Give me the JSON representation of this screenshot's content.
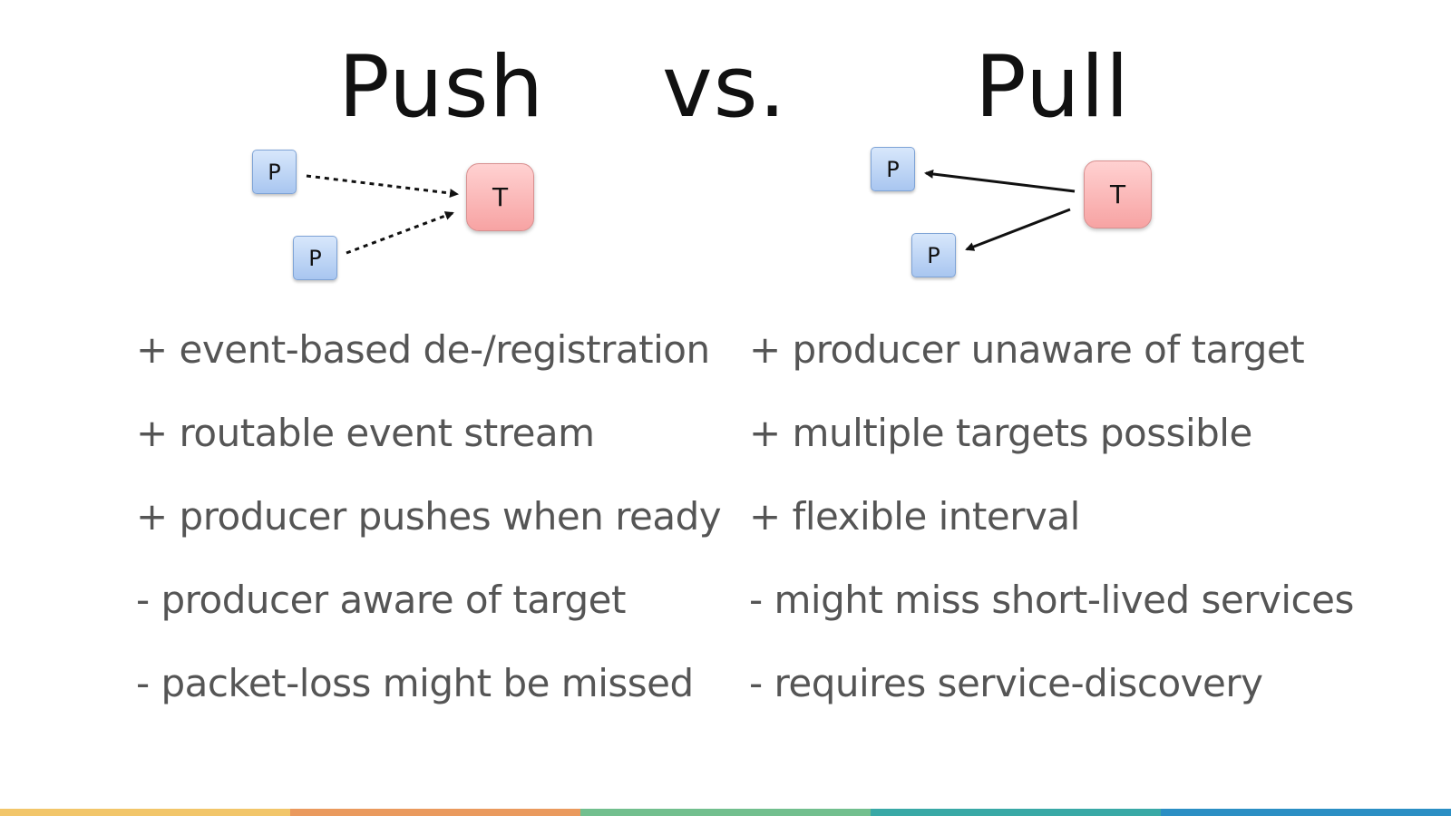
{
  "headings": {
    "push": "Push",
    "vs": "vs.",
    "pull": "Pull"
  },
  "diagrams": {
    "push": {
      "producer_label": "P",
      "target_label": "T"
    },
    "pull": {
      "producer_label": "P",
      "target_label": "T"
    }
  },
  "push_points": [
    "+ event-based de-/registration",
    "+ routable event stream",
    "+ producer pushes when ready",
    "- producer aware of target",
    "- packet-loss might be missed"
  ],
  "pull_points": [
    "+ producer unaware of target",
    "+ multiple targets possible",
    "+ flexible interval",
    "- might miss short-lived services",
    "- requires service-discovery"
  ],
  "colors": {
    "footer_bar": [
      "#f2c66a",
      "#ea9a5e",
      "#72bf8e",
      "#39a9a6",
      "#2b8fc4"
    ]
  }
}
